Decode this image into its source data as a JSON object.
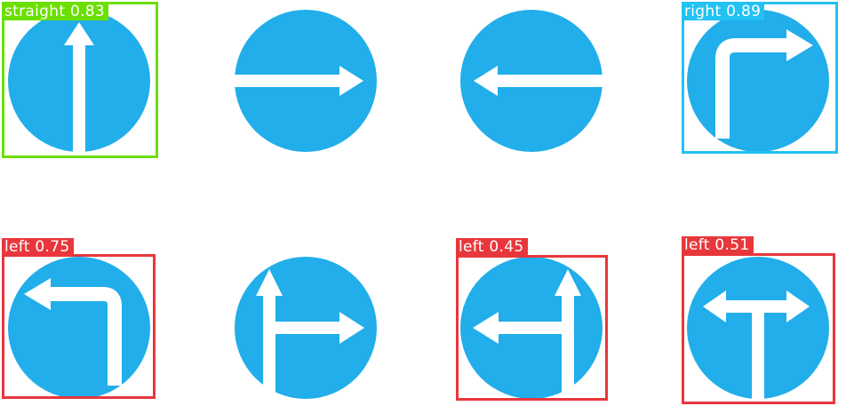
{
  "colors": {
    "sign_blue": "#21aeea",
    "sign_arrow": "#ffffff",
    "straight_box": "#6be000",
    "right_box": "#22c2f2",
    "left_box": "#e8373c"
  },
  "signs": [
    {
      "icon": "straight-arrow-sign-icon"
    },
    {
      "icon": "right-arrow-sign-icon"
    },
    {
      "icon": "left-arrow-sign-icon"
    },
    {
      "icon": "turn-right-arrow-sign-icon"
    },
    {
      "icon": "turn-left-arrow-sign-icon"
    },
    {
      "icon": "straight-or-right-arrow-sign-icon"
    },
    {
      "icon": "straight-or-left-arrow-sign-icon"
    },
    {
      "icon": "left-or-right-arrow-sign-icon"
    }
  ],
  "detections": [
    {
      "label": "straight 0.83",
      "class": "straight",
      "confidence": 0.83
    },
    {
      "label": "right 0.89",
      "class": "right",
      "confidence": 0.89
    },
    {
      "label": "left 0.75",
      "class": "left",
      "confidence": 0.75
    },
    {
      "label": "left 0.45",
      "class": "left",
      "confidence": 0.45
    },
    {
      "label": "left 0.51",
      "class": "left",
      "confidence": 0.51
    }
  ]
}
